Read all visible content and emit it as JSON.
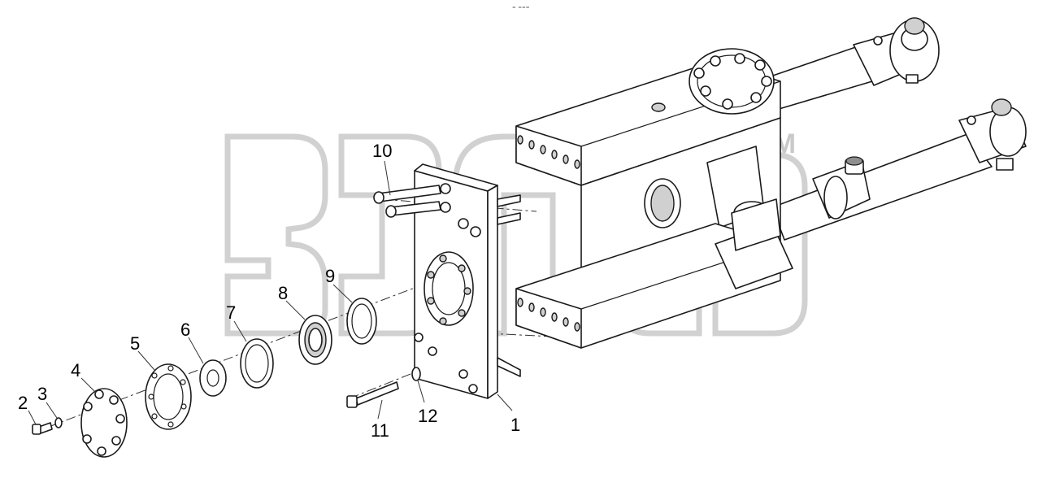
{
  "header": {
    "mark": "⁼ ⁼⁼⁼"
  },
  "watermark": {
    "trademark": "TM"
  },
  "callouts": [
    {
      "id": "1",
      "label": "1"
    },
    {
      "id": "2",
      "label": "2"
    },
    {
      "id": "3",
      "label": "3"
    },
    {
      "id": "4",
      "label": "4"
    },
    {
      "id": "5",
      "label": "5"
    },
    {
      "id": "6",
      "label": "6"
    },
    {
      "id": "7",
      "label": "7"
    },
    {
      "id": "8",
      "label": "8"
    },
    {
      "id": "9",
      "label": "9"
    },
    {
      "id": "10",
      "label": "10"
    },
    {
      "id": "11",
      "label": "11"
    },
    {
      "id": "12",
      "label": "12"
    }
  ],
  "colors": {
    "line": "#1a1a1a",
    "shade": "#d0d0d0",
    "watermark": "#c9c9c9"
  }
}
